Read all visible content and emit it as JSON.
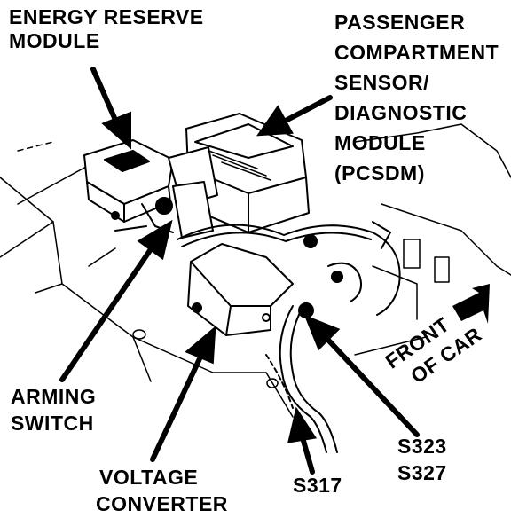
{
  "labels": {
    "energy_reserve_module": [
      "ENERGY RESERVE",
      "MODULE"
    ],
    "pcsdm": [
      "PASSENGER",
      "COMPARTMENT",
      "SENSOR/",
      "DIAGNOSTIC",
      "MODULE",
      "(PCSDM)"
    ],
    "front_of_car": [
      "FRONT",
      "OF CAR"
    ],
    "arming_switch": [
      "ARMING",
      "SWITCH"
    ],
    "voltage_converter": [
      "VOLTAGE",
      "CONVERTER"
    ],
    "s317": "S317",
    "s323_s327": [
      "S323",
      "S327"
    ]
  },
  "colors": {
    "ink": "#000000",
    "paper": "#ffffff"
  }
}
